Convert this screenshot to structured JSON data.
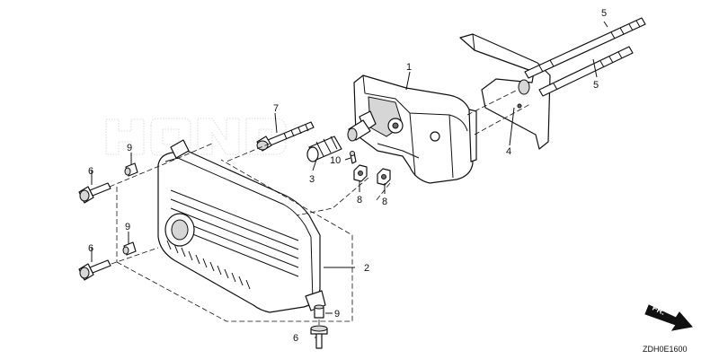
{
  "diagram": {
    "reference_code": "ZDH0E1600",
    "watermark_text": "HONDA",
    "direction_label": "FR.",
    "callouts": [
      {
        "id": "c1",
        "text": "1"
      },
      {
        "id": "c2",
        "text": "2"
      },
      {
        "id": "c3",
        "text": "3"
      },
      {
        "id": "c4",
        "text": "4"
      },
      {
        "id": "c5a",
        "text": "5"
      },
      {
        "id": "c5b",
        "text": "5"
      },
      {
        "id": "c6a",
        "text": "6"
      },
      {
        "id": "c6b",
        "text": "6"
      },
      {
        "id": "c6c",
        "text": "6"
      },
      {
        "id": "c7",
        "text": "7"
      },
      {
        "id": "c8a",
        "text": "8"
      },
      {
        "id": "c8b",
        "text": "8"
      },
      {
        "id": "c9a",
        "text": "9"
      },
      {
        "id": "c9b",
        "text": "9"
      },
      {
        "id": "c9c",
        "text": "9"
      },
      {
        "id": "c10",
        "text": "10"
      }
    ],
    "colors": {
      "ink": "#111111",
      "watermark": "#c8c8c8",
      "shade": "#d6d6d6"
    },
    "icons": [
      "front-direction-arrow-icon"
    ]
  }
}
